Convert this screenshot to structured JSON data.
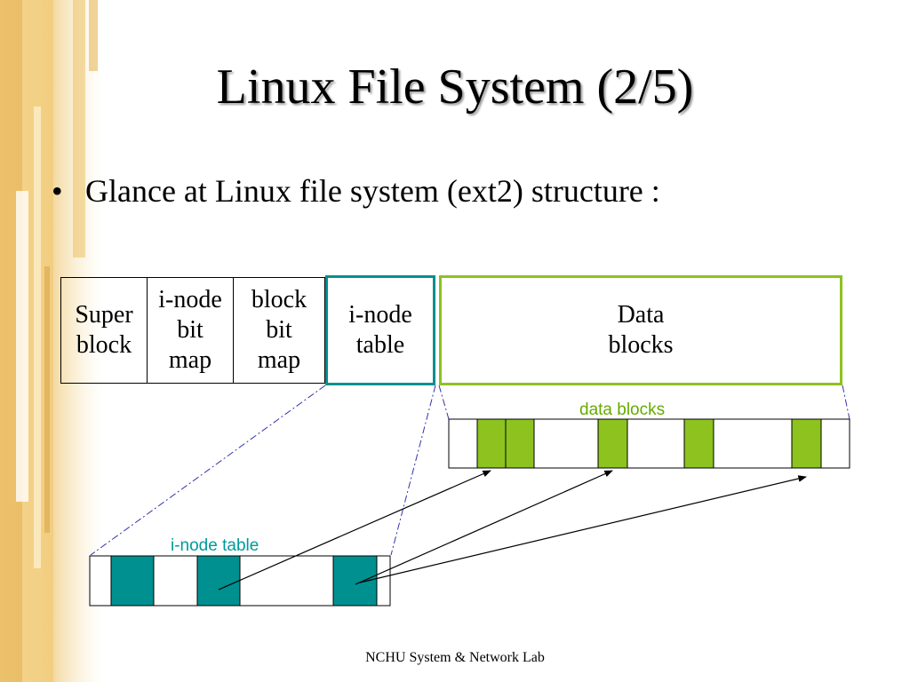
{
  "slide": {
    "title": "Linux File System (2/5)",
    "bullet": "Glance at Linux file system (ext2) structure :",
    "footer": "NCHU System & Network Lab"
  },
  "layout_blocks": [
    {
      "id": "super",
      "lines": [
        "Super",
        "block"
      ]
    },
    {
      "id": "inode_bitmap",
      "lines": [
        "i-node",
        "bit",
        "map"
      ]
    },
    {
      "id": "block_bitmap",
      "lines": [
        "block",
        "bit",
        "map"
      ]
    },
    {
      "id": "inode_table",
      "lines": [
        "i-node",
        "table"
      ]
    },
    {
      "id": "data_blocks",
      "lines": [
        "Data",
        "blocks"
      ]
    }
  ],
  "captions": {
    "data_blocks": "data blocks",
    "inode_table": "i-node table"
  },
  "colors": {
    "inode_accent": "#009090",
    "data_accent": "#8DC21F",
    "caption_data": "#66AA00",
    "caption_inode": "#009A9A",
    "deco_gold": "#E8B040"
  }
}
